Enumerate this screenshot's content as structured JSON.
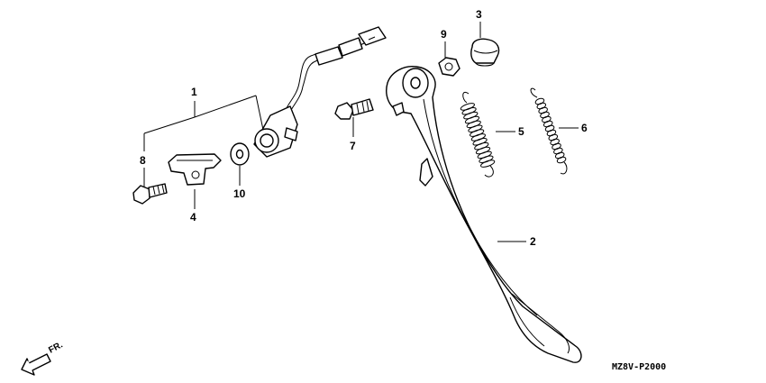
{
  "callouts": {
    "c1": "1",
    "c2": "2",
    "c3": "3",
    "c4": "4",
    "c5": "5",
    "c6": "6",
    "c7": "7",
    "c8": "8",
    "c9": "9",
    "c10": "10"
  },
  "diagram_code": "MZ8V-P2000",
  "direction": "FR."
}
